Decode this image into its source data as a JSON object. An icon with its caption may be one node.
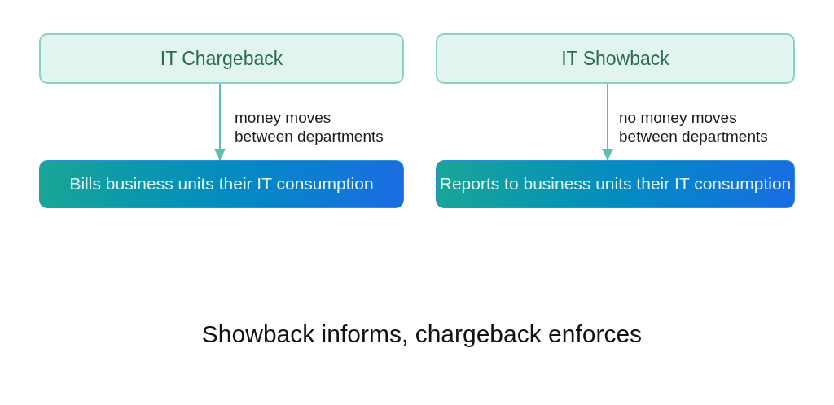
{
  "diagram": {
    "caption": "Showback informs, chargeback enforces",
    "nodes": [
      {
        "text": [
          "IT Chargeback"
        ]
      },
      {
        "text": [
          "IT Showback"
        ]
      },
      {
        "text": [
          "Bills business units their IT consumption"
        ]
      },
      {
        "text": [
          "Reports to business units their IT consumption"
        ]
      }
    ],
    "edges": [
      {
        "from": 0,
        "to": 2,
        "arrow": "to",
        "label": "money moves between departments"
      },
      {
        "from": 1,
        "to": 3,
        "arrow": "to",
        "label": "no money moves between departments"
      }
    ]
  }
}
